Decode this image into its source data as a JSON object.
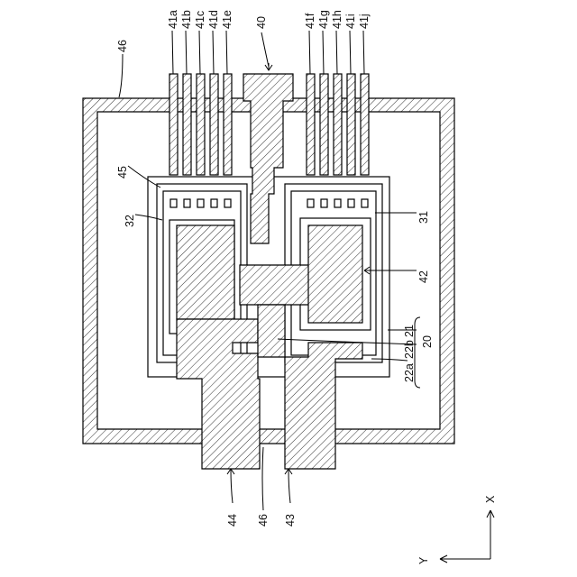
{
  "labels": {
    "l41a": "41a",
    "l41b": "41b",
    "l41c": "41c",
    "l41d": "41d",
    "l41e": "41e",
    "l41f": "41f",
    "l41g": "41g",
    "l41h": "41h",
    "l41i": "41i",
    "l41j": "41j",
    "l40": "40",
    "l46top": "46",
    "l45": "45",
    "l32": "32",
    "l31": "31",
    "l42": "42",
    "l21": "21",
    "l22b": "22b",
    "l20": "20",
    "l22a": "22a",
    "l44": "44",
    "l46bot": "46",
    "l43": "43",
    "axis_x": "X",
    "axis_y": "Y"
  }
}
